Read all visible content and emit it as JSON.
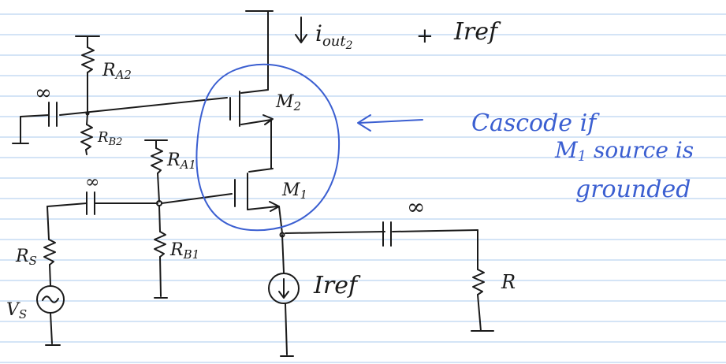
{
  "labels": {
    "i_out": "i",
    "i_out_sub": "out",
    "i_out_sub2": "2",
    "plus": "+",
    "i_ref_top": "Iref",
    "m2": "M",
    "m2_sub": "2",
    "m1": "M",
    "m1_sub": "1",
    "ra2": "R",
    "ra2_sub": "A2",
    "rb2": "R",
    "rb2_sub": "B2",
    "ra1": "R",
    "ra1_sub": "A1",
    "rb1": "R",
    "rb1_sub": "B1",
    "rs": "R",
    "rs_sub": "S",
    "vs": "V",
    "vs_sub": "S",
    "i_ref_bottom": "Iref",
    "r_load": "R",
    "cap_top": "∞",
    "cap_mid": "∞",
    "cap_right": "∞"
  },
  "annotation": {
    "line1": "Cascode   if",
    "line2": "M",
    "line2_sub": "1",
    "line2_rest": "  source is",
    "line3": "grounded"
  },
  "colors": {
    "ink": "#1a1a1a",
    "annotation": "#3b5fd1",
    "rule_lines": "#a9c8ec"
  }
}
